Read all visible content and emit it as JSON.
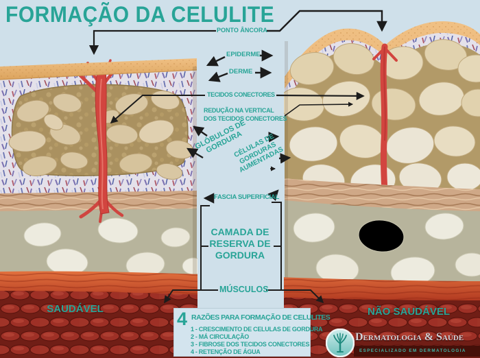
{
  "title": "FORMAÇÃO DA CELULITE",
  "colors": {
    "accent": "#28a497",
    "background": "#cfe0ea",
    "arrow": "#1c1c1c",
    "box_bg": "#d3e4ee",
    "logo_band": "#451009",
    "logo_text": "#d4d2d8"
  },
  "annotations": {
    "ponto_ancora": "PONTO ÂNCORA",
    "epiderme": "EPIDERME",
    "derme": "DERME",
    "tecidos_conectores": "TECIDOS CONECTORES",
    "reducao_l1": "REDUÇÃO NA VERTICAL",
    "reducao_l2": "DOS TECIDOS CONECTORES",
    "globulos_l1": "GLÓBULOS DE",
    "globulos_l2": "GORDURA",
    "celulas_l1": "CÉLULAS DE",
    "celulas_l2": "GORDURAS",
    "celulas_l3": "AUMENTADAS",
    "fascia_superficial": "FASCIA SUPERFICIAL",
    "camada_l1": "CAMADA DE",
    "camada_l2": "RESERVA DE",
    "camada_l3": "GORDURA",
    "musculos": "MÚSCULOS"
  },
  "panels": {
    "healthy": "SAUDÁVEL",
    "unhealthy": "NÃO SAUDÁVEL"
  },
  "reasons": {
    "number": "4",
    "title": "RAZÕES PARA FORMAÇÃO DE CELULITES",
    "items": [
      "1 - CRESCIMENTO DE CELULAS DE GORDURA",
      "2 - MÁ CIRCULAÇÃO",
      "3 - FIBROSE DOS TECIDOS CONECTORES",
      "4 - RETENÇÃO DE ÁGUA"
    ]
  },
  "logo": {
    "name": "Dermatologia & Saúde",
    "subtitle": "ESPECIALIZADO EM DERMATOLOGIA",
    "icon": "tree-icon"
  }
}
